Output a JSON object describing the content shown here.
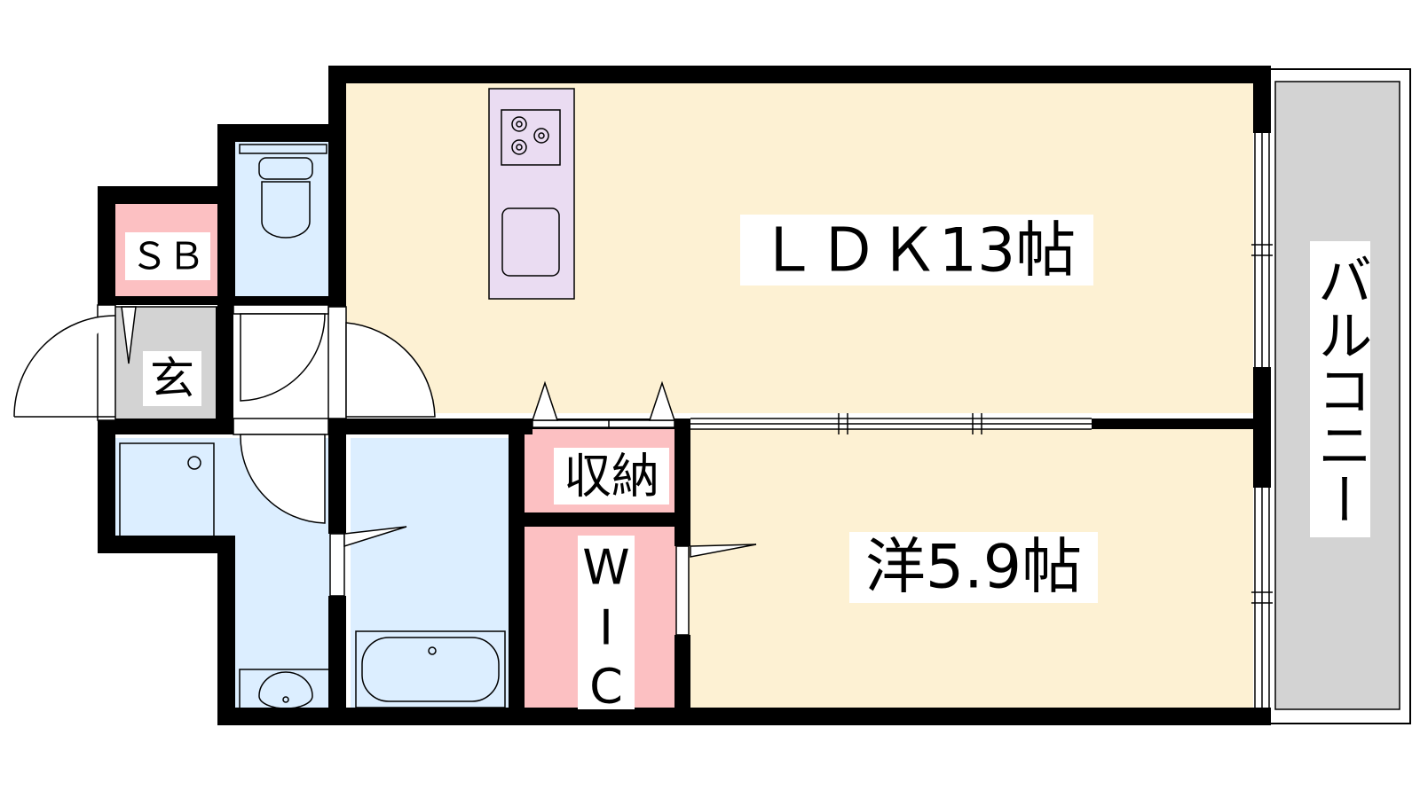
{
  "rooms": {
    "ldk": {
      "label": "ＬＤＫ13帖",
      "color": "#fdf1d3"
    },
    "western": {
      "label": "洋5.9帖",
      "color": "#fdf1d3"
    },
    "balcony": {
      "label": "バルコニー",
      "color": "#d3d3d3"
    },
    "storage": {
      "label": "収納",
      "color": "#fcc0c2"
    },
    "wic": {
      "label_lines": [
        "W",
        "I",
        "C"
      ],
      "color": "#fcc0c2"
    },
    "sb": {
      "label": "ＳＢ",
      "color": "#fcc0c2"
    },
    "entrance": {
      "label": "玄",
      "color": "#d3d3d3"
    },
    "toilet": {
      "color": "#dceeff"
    },
    "washroom": {
      "color": "#dceeff"
    },
    "bathroom": {
      "color": "#dceeff"
    }
  },
  "fixtures": {
    "kitchen_counter_color": "#eadcf2"
  },
  "colors": {
    "wall": "#000000"
  }
}
